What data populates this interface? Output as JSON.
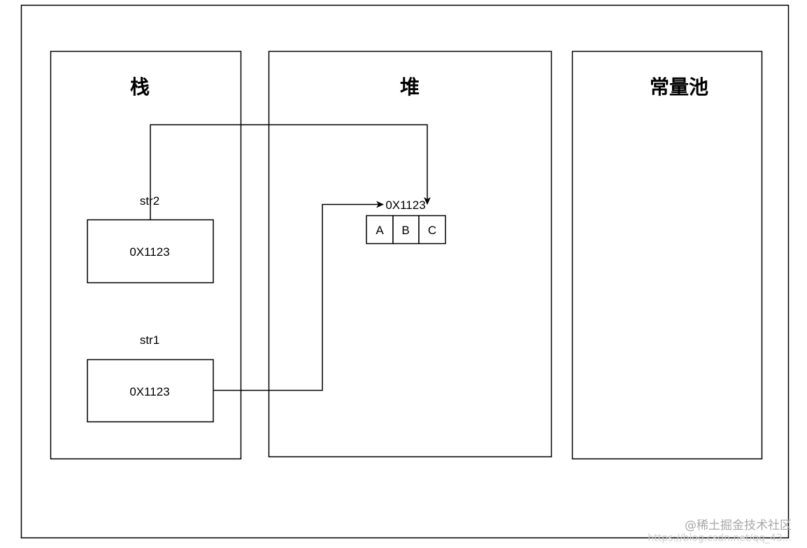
{
  "regions": {
    "stack": {
      "title": "栈"
    },
    "heap": {
      "title": "堆"
    },
    "constant_pool": {
      "title": "常量池"
    }
  },
  "stack_vars": [
    {
      "name": "str2",
      "value": "0X1123"
    },
    {
      "name": "str1",
      "value": "0X1123"
    }
  ],
  "heap_object": {
    "address": "0X1123",
    "cells": [
      "A",
      "B",
      "C"
    ]
  },
  "watermark": {
    "text": "@稀土掘金技术社区",
    "url": "https://blog.csdn.net/qq_43..."
  },
  "colors": {
    "stroke": "#000000",
    "watermark": "#a8a8a8"
  }
}
